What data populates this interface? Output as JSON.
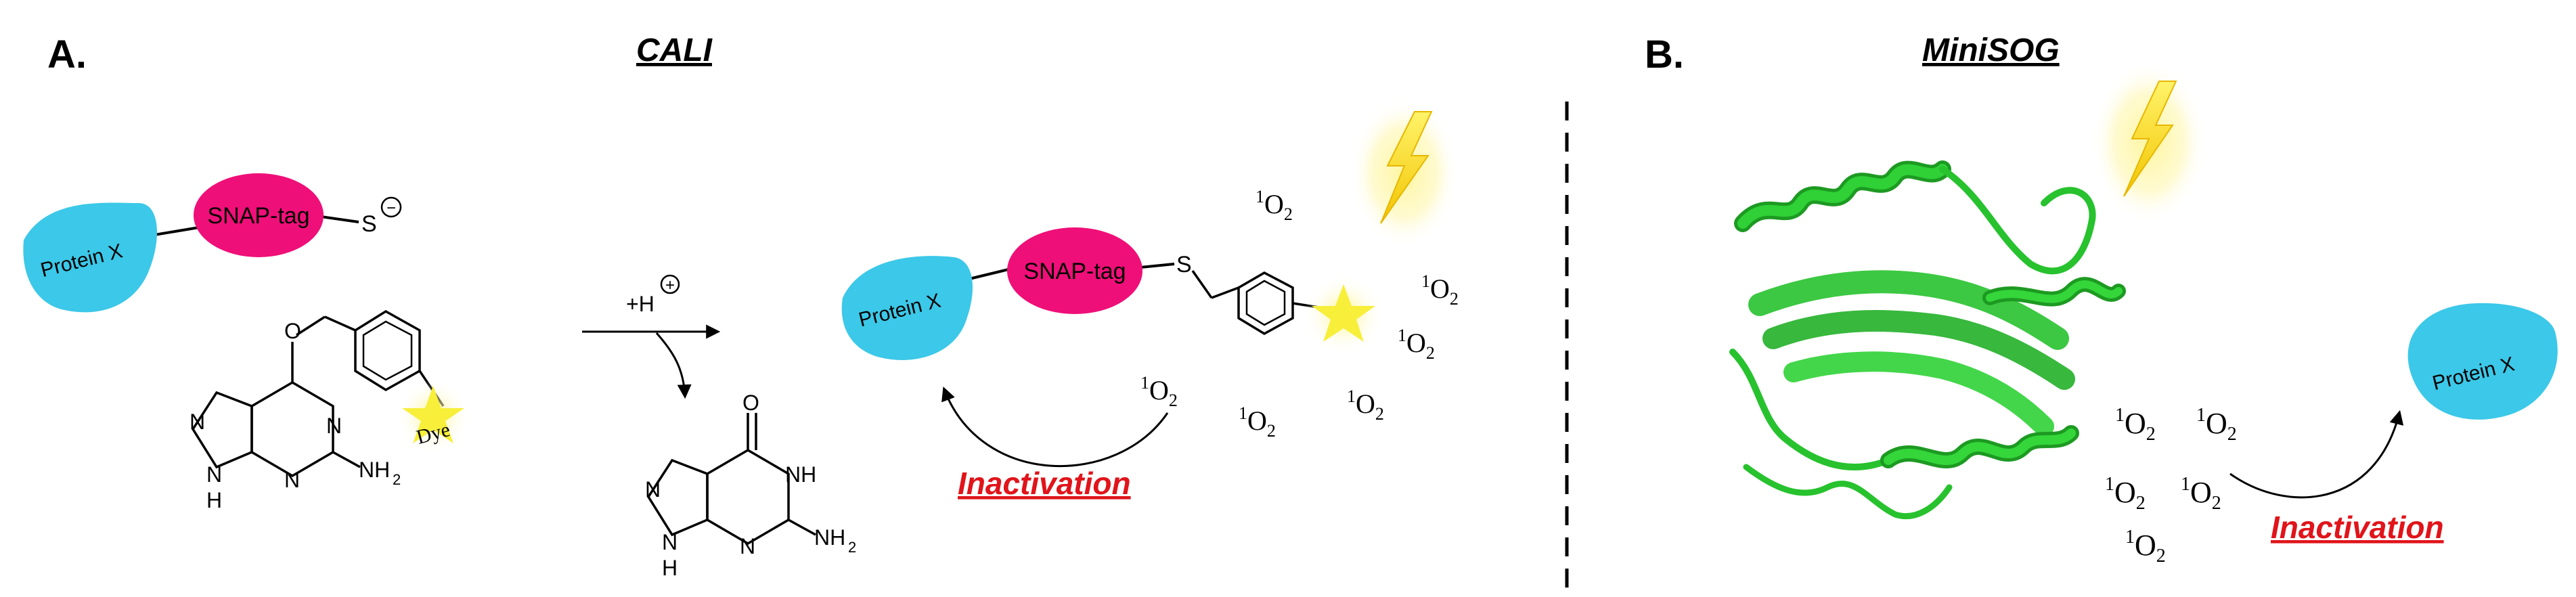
{
  "panel_a": {
    "label": "A.",
    "title": "CALI",
    "protein_label": "Protein X",
    "tag_label": "SNAP-tag",
    "thiolate_s": "S",
    "minus_sign": "−",
    "proton_h": "+H",
    "plus_sign": "+",
    "dye_label": "Dye",
    "nh2": "NH",
    "nh2_sub": "2",
    "nh": "NH",
    "h": "H",
    "n": "N",
    "o": "O",
    "product_s": "S",
    "singlet_oxygen": {
      "sup": "1",
      "base": "O",
      "sub": "2"
    },
    "inactivation": "Inactivation"
  },
  "panel_b": {
    "label": "B.",
    "title": "MiniSOG",
    "protein_label": "Protein X",
    "inactivation": "Inactivation"
  },
  "colors": {
    "protein": "#3cc8e8",
    "snap_tag": "#ef0f78",
    "dye_star": "#f7ef3a",
    "lightning": "#f5e000",
    "glow": "#fff59a",
    "inactivation_text": "#e0141a",
    "minisog_protein": "#27c22e",
    "text": "#000000"
  },
  "icons": [
    "lightning-bolt-icon",
    "dye-star-icon",
    "curved-arrow-icon",
    "reaction-arrow-icon"
  ]
}
